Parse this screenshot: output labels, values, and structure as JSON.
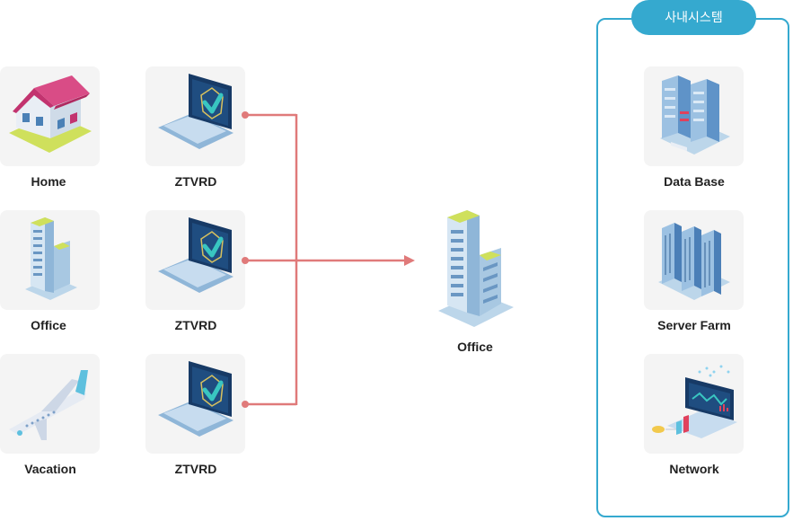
{
  "sources": {
    "home_label": "Home",
    "office_label": "Office",
    "vacation_label": "Vacation"
  },
  "devices": {
    "ztvrd_1": "ZTVRD",
    "ztvrd_2": "ZTVRD",
    "ztvrd_3": "ZTVRD"
  },
  "target": {
    "label": "Office"
  },
  "internal_systems": {
    "title": "사내시스템",
    "database_label": "Data Base",
    "server_farm_label": "Server Farm",
    "network_label": "Network"
  },
  "colors": {
    "accent": "#35a9cf",
    "connector": "#e07a7a",
    "tile": "#f4f4f4",
    "roof": "#d94c86",
    "laptop_screen": "#173a66",
    "shield": "#39c6c1"
  },
  "icons": {
    "home": "house-icon",
    "office": "office-building-icon",
    "vacation": "airplane-icon",
    "ztvrd": "laptop-shield-icon",
    "database": "database-rack-icon",
    "server_farm": "server-farm-icon",
    "network": "network-dashboard-icon"
  }
}
